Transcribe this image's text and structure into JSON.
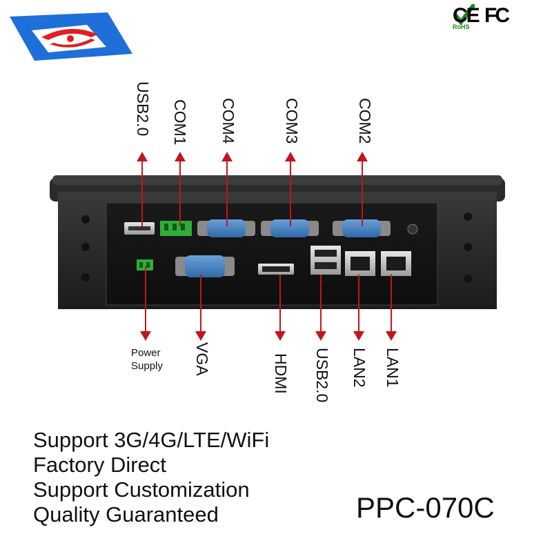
{
  "logo": {
    "icon": "brand-logo-icon"
  },
  "certifications": [
    "CE",
    "FC",
    "RoHS"
  ],
  "ports_top": [
    "USB2.0",
    "COM1",
    "COM4",
    "COM3",
    "COM2"
  ],
  "ports_bottom": [
    "VGA",
    "HDMI",
    "USB2.0",
    "LAN2",
    "LAN1"
  ],
  "power_label": [
    "Power",
    "Supply"
  ],
  "features": [
    "Support 3G/4G/LTE/WiFi",
    "Factory Direct",
    "Support Customization",
    "Quality Guaranteed"
  ],
  "model": "PPC-070C",
  "colors": {
    "arrow": "#c0161b",
    "brand_blue": "#1e6fd9",
    "brand_red": "#e02020",
    "terminal_green": "#2fae3a"
  }
}
